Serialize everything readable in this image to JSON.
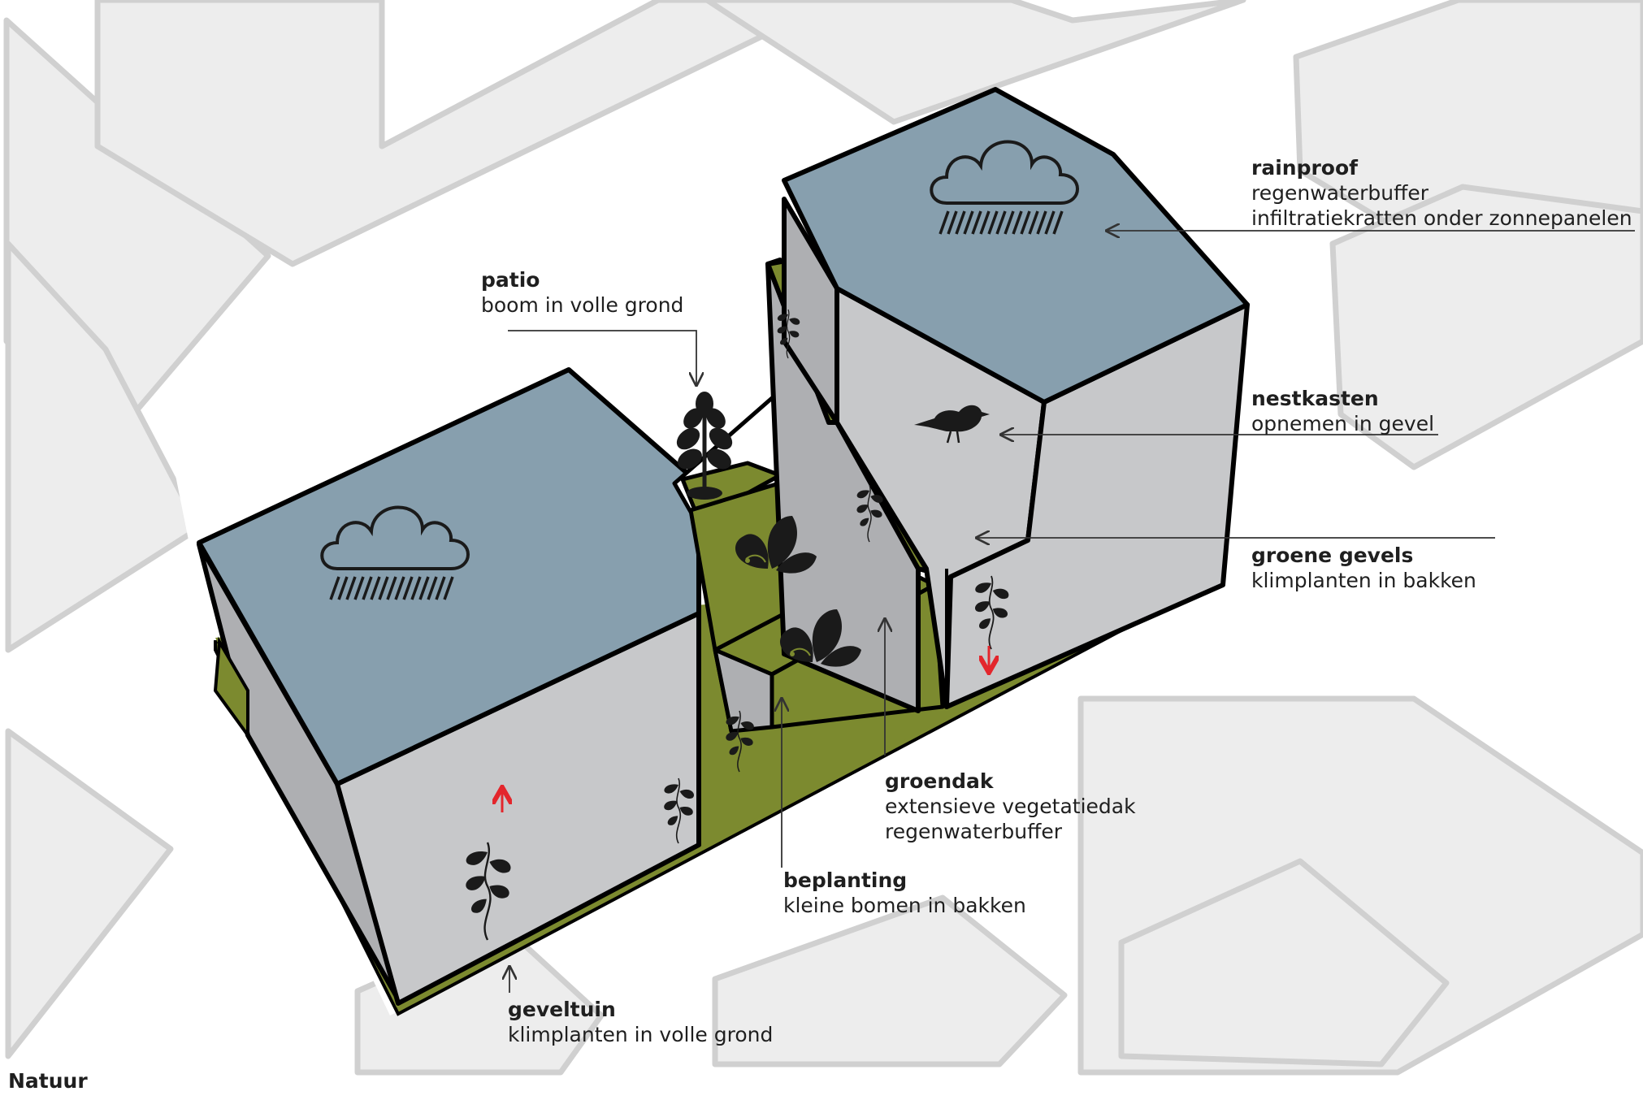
{
  "caption": "Natuur",
  "colors": {
    "roof": "#879fae",
    "wall": "#c7c8ca",
    "wall_dark": "#aeafb2",
    "green": "#7c8a2f",
    "context": "#ededed",
    "context_stroke": "#cfcfcf",
    "outline": "#000000",
    "icon": "#1a1a1a",
    "arrow_red": "#e3262c"
  },
  "labels": [
    {
      "key": "rainproof",
      "title": "rainproof",
      "lines": [
        "regenwaterbuffer",
        "infiltratiekratten onder zonnepanelen"
      ]
    },
    {
      "key": "patio",
      "title": "patio",
      "lines": [
        "boom in volle grond"
      ]
    },
    {
      "key": "nestkasten",
      "title": "nestkasten",
      "lines": [
        "opnemen in gevel"
      ]
    },
    {
      "key": "groene-gevels",
      "title": "groene gevels",
      "lines": [
        "klimplanten in bakken"
      ]
    },
    {
      "key": "groendak",
      "title": "groendak",
      "lines": [
        "extensieve vegetatiedak",
        "regenwaterbuffer"
      ]
    },
    {
      "key": "beplanting",
      "title": "beplanting",
      "lines": [
        "kleine bomen in bakken"
      ]
    },
    {
      "key": "geveltuin",
      "title": "geveltuin",
      "lines": [
        "klimplanten in volle grond"
      ]
    }
  ],
  "icons": [
    "cloud-rain-icon",
    "tree-icon",
    "leaves-icon",
    "bird-icon",
    "climbing-plant-icon"
  ]
}
